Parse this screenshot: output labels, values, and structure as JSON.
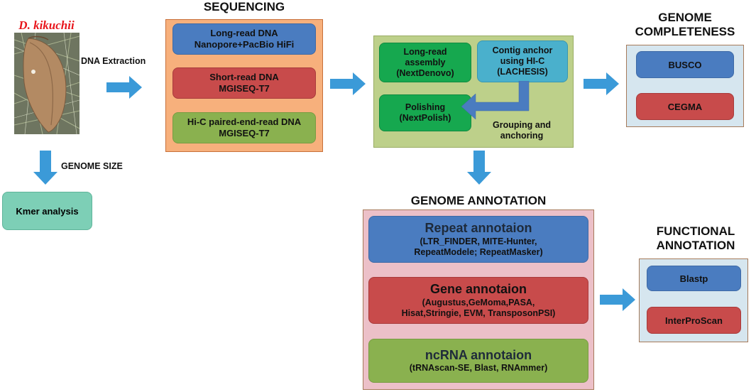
{
  "specimen": {
    "name": "D. kikuchii"
  },
  "labels": {
    "dna_extraction": "DNA Extraction",
    "genome_size": "GENOME SIZE",
    "grouping_l1": "Grouping and",
    "grouping_l2": "anchoring"
  },
  "kmer": "Kmer analysis",
  "sequencing": {
    "title": "SEQUENCING",
    "long_l1": "Long-read DNA",
    "long_l2": "Nanopore+PacBio HiFi",
    "short_l1": "Short-read DNA",
    "short_l2": "MGISEQ-T7",
    "hic_l1": "Hi-C paired-end-read DNA",
    "hic_l2": "MGISEQ-T7"
  },
  "assembly": {
    "longread_l1": "Long-read",
    "longread_l2": "assembly",
    "longread_l3": "(NextDenovo)",
    "contig_l1": "Contig  anchor",
    "contig_l2": "using HI-C",
    "contig_l3": "(LACHESIS)",
    "polish_l1": "Polishing",
    "polish_l2": "(NextPolish)"
  },
  "completeness": {
    "title_l1": "GENOME",
    "title_l2": "COMPLETENESS",
    "busco": "BUSCO",
    "cegma": "CEGMA"
  },
  "annotation": {
    "title": "GENOME ANNOTATION",
    "repeat_title": "Repeat annotaion",
    "repeat_l1": "(LTR_FINDER, MITE-Hunter,",
    "repeat_l2": "RepeatModele; RepeatMasker)",
    "gene_title": "Gene annotaion",
    "gene_l1": "(Augustus,GeMoma,PASA,",
    "gene_l2": "Hisat,Stringie, EVM, TransposonPSI)",
    "ncrna_title": "ncRNA annotaion",
    "ncrna_l1": "(tRNAscan-SE, Blast, RNAmmer)"
  },
  "functional": {
    "title_l1": "FUNCTIONAL",
    "title_l2": "ANNOTATION",
    "blastp": "Blastp",
    "interproscan": "InterProScan"
  },
  "colors": {
    "arrow": "#3b9ad8",
    "sequencing_panel": "#f7b07c",
    "assembly_panel": "#bdd08a",
    "completeness_panel": "#d6e6ef",
    "annotation_panel": "#ecc0c8",
    "functional_panel": "#d6e6ef",
    "kmer": "#7dcfb6"
  }
}
